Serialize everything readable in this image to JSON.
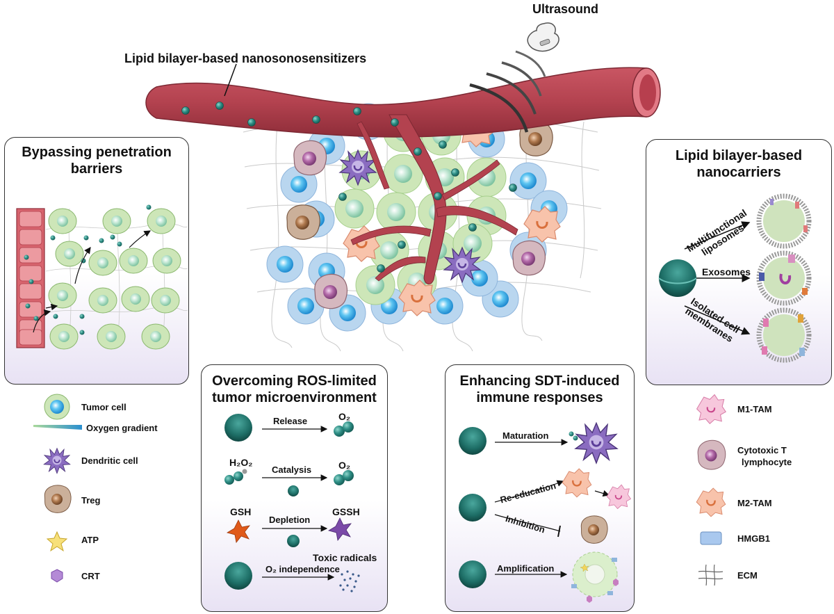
{
  "top": {
    "ultrasound": "Ultrasound",
    "nanosensitizers": "Lipid bilayer-based nanosonosensitizers"
  },
  "panel_penetration": {
    "title_line1": "Bypassing penetration",
    "title_line2": "barriers"
  },
  "panel_nanocarriers": {
    "title_line1": "Lipid bilayer-based",
    "title_line2": "nanocarriers",
    "routes": [
      {
        "label_line1": "Multifunctional",
        "label_line2": "liposomes"
      },
      {
        "label_line1": "Exosomes",
        "label_line2": ""
      },
      {
        "label_line1": "Isolated cell",
        "label_line2": "membranes"
      }
    ]
  },
  "panel_ros": {
    "title_line1": "Overcoming ROS-limited",
    "title_line2": "tumor microenvironment",
    "rows": [
      {
        "left": "",
        "arrow": "Release",
        "right": "O₂"
      },
      {
        "left": "H₂O₂",
        "arrow": "Catalysis",
        "right": "O₂"
      },
      {
        "left": "GSH",
        "arrow": "Depletion",
        "right": "GSSH"
      },
      {
        "left": "",
        "arrow": "O₂ independence",
        "right": "Toxic radicals"
      }
    ]
  },
  "panel_immune": {
    "title_line1": "Enhancing SDT-induced",
    "title_line2": "immune responses",
    "rows": [
      "Maturation",
      "Re-education",
      "Inhibition",
      "Amplification"
    ]
  },
  "legend_left": [
    {
      "label": "Tumor cell",
      "icon": "tumor-cell-icon"
    },
    {
      "label": "Oxygen gradient",
      "icon": "oxygen-gradient-icon"
    },
    {
      "label": "Dendritic cell",
      "icon": "dendritic-cell-icon"
    },
    {
      "label": "Treg",
      "icon": "treg-icon"
    },
    {
      "label": "ATP",
      "icon": "star-icon"
    },
    {
      "label": "CRT",
      "icon": "hexagon-icon"
    }
  ],
  "legend_right": [
    {
      "label": "M1-TAM",
      "icon": "m1-tam-icon"
    },
    {
      "label_line1": "Cytotoxic T",
      "label_line2": "lymphocyte",
      "icon": "cytotoxic-t-icon"
    },
    {
      "label": "M2-TAM",
      "icon": "m2-tam-icon"
    },
    {
      "label": "HMGB1",
      "icon": "hmgb1-icon"
    },
    {
      "label": "ECM",
      "icon": "ecm-icon"
    }
  ],
  "colors": {
    "vessel": "#b3424f",
    "tumor_green": "#c8e3b4",
    "blue_cell": "#a9cdea",
    "nanoparticle": "#2f8f86",
    "dendritic": "#7a5bb0",
    "m2_tam": "#f6b49a",
    "treg": "#b28a70",
    "cytotoxic_t": "#c9a6ad"
  }
}
